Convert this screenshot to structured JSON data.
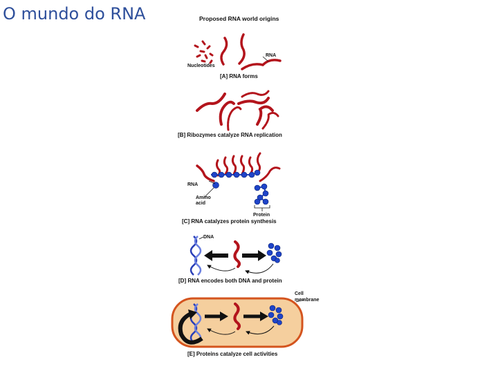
{
  "slide": {
    "title": "O mundo do RNA"
  },
  "figure": {
    "title": "Proposed RNA world origins",
    "panels": {
      "a": {
        "caption": "[A]  RNA forms",
        "labels": {
          "nucleotides": "Nucleotides",
          "rna": "RNA"
        }
      },
      "b": {
        "caption": "[B]  Ribozymes catalyze RNA replication"
      },
      "c": {
        "caption": "[C]  RNA catalyzes protein synthesis",
        "labels": {
          "rna": "RNA",
          "amino1": "Amino",
          "amino2": "acid",
          "protein": "Protein"
        }
      },
      "d": {
        "caption": "[D]  RNA encodes both DNA and protein",
        "labels": {
          "dna": "DNA"
        }
      },
      "e": {
        "caption": "[E]  Proteins catalyze cell activities",
        "labels": {
          "cell1": "Cell",
          "cell2": "membrane"
        }
      }
    },
    "colors": {
      "rna": "#b3141c",
      "dna": "#2a3fb8",
      "protein": "#1f44c9",
      "cell_fill": "#f5cf9e",
      "cell_border": "#d4541e",
      "arrow": "#111111"
    }
  }
}
